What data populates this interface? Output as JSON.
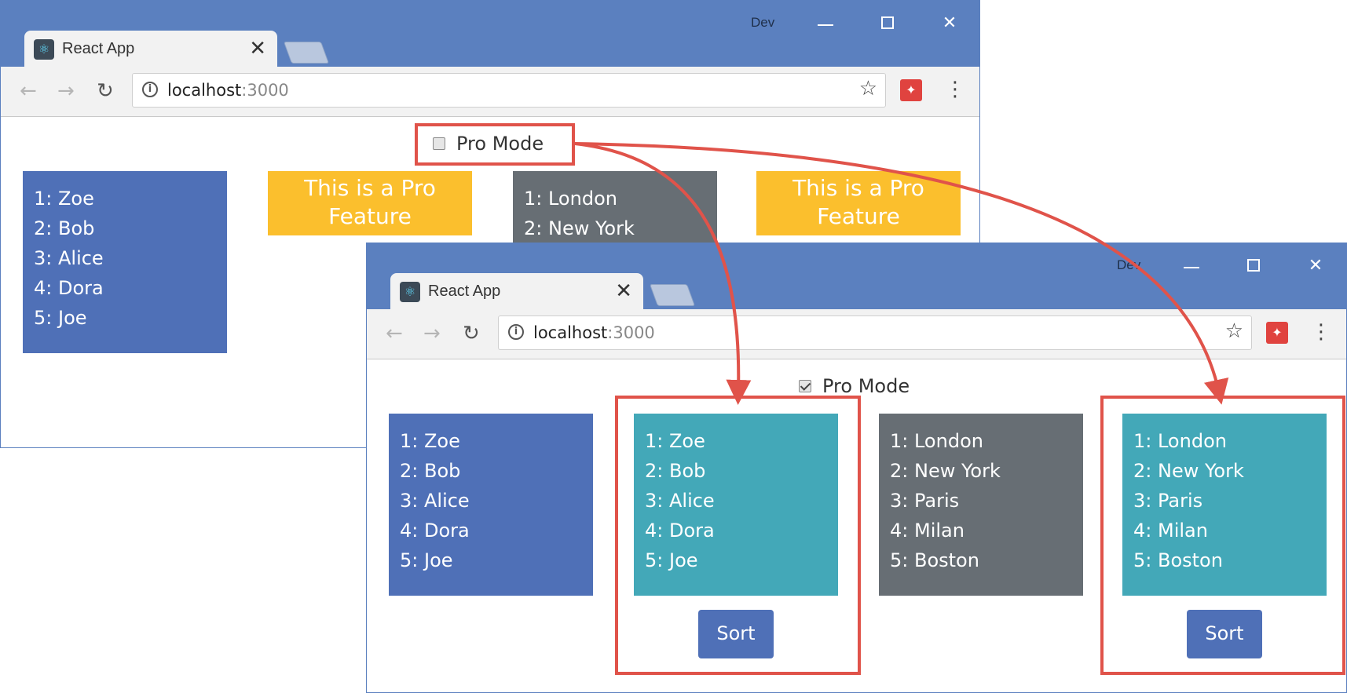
{
  "windows": {
    "back": {
      "tab_title": "React App",
      "tab_close": "✕",
      "profile": "Dev",
      "address": {
        "host": "localhost",
        "port": ":3000"
      },
      "pro_mode_label": "Pro Mode",
      "pro_mode_checked": false,
      "names_list": [
        "1: Zoe",
        "2: Bob",
        "3: Alice",
        "4: Dora",
        "5: Joe"
      ],
      "pro_feature_text": "This is a Pro Feature",
      "cities_list": [
        "1: London",
        "2: New York"
      ],
      "pro_feature_text_2": "This is a Pro Feature"
    },
    "front": {
      "tab_title": "React App",
      "tab_close": "✕",
      "profile": "Dev",
      "address": {
        "host": "localhost",
        "port": ":3000"
      },
      "pro_mode_label": "Pro Mode",
      "pro_mode_checked": true,
      "names_list": [
        "1: Zoe",
        "2: Bob",
        "3: Alice",
        "4: Dora",
        "5: Joe"
      ],
      "pro_names_list": [
        "1: Zoe",
        "2: Bob",
        "3: Alice",
        "4: Dora",
        "5: Joe"
      ],
      "cities_list": [
        "1: London",
        "2: New York",
        "3: Paris",
        "4: Milan",
        "5: Boston"
      ],
      "pro_cities_list": [
        "1: London",
        "2: New York",
        "3: Paris",
        "4: Milan",
        "5: Boston"
      ],
      "sort_label": "Sort"
    }
  },
  "browser_icons": {
    "back": "←",
    "forward": "→",
    "reload": "↻",
    "info": "i",
    "star": "☆",
    "menu": "⋮",
    "close": "✕"
  },
  "colors": {
    "titlebar": "#5b80bf",
    "blue_box": "#4f70b7",
    "teal_box": "#43a8b8",
    "gray_box": "#676e74",
    "yellow_box": "#fbbf2d",
    "annotation_red": "#e0534a"
  }
}
